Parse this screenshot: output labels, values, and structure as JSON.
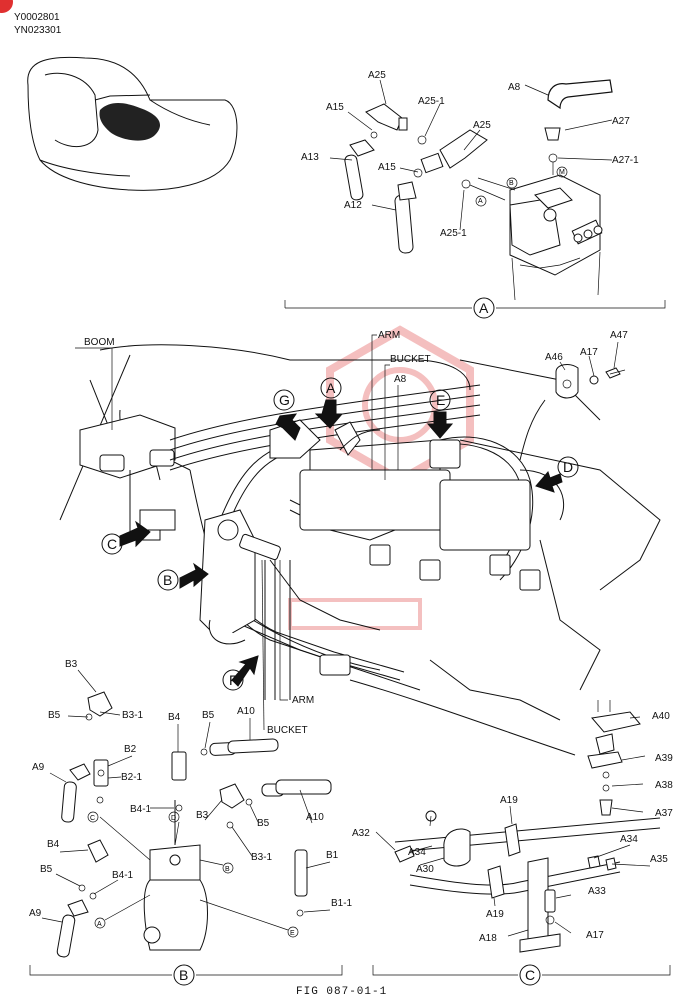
{
  "header": {
    "codes": [
      "Y0002801",
      "YN023301"
    ],
    "badge_color": "#e03030"
  },
  "figure_caption": "FIG 087-01-1",
  "watermark_color": "#f3b9b9",
  "detail_a": {
    "marker": "A",
    "parts": [
      "A8",
      "A12",
      "A13",
      "A15",
      "A15",
      "A25",
      "A25",
      "A25-1",
      "A25-1",
      "A27",
      "A27-1"
    ],
    "port_tags": [
      "B",
      "A",
      "M"
    ]
  },
  "main_view": {
    "labels": {
      "boom": "BOOM",
      "arm_top": "ARM",
      "bucket_top": "BUCKET",
      "a8": "A8",
      "arm_bottom": "ARM",
      "bucket_bottom": "BUCKET",
      "a46": "A46",
      "a17": "A17",
      "a47": "A47"
    },
    "view_markers": [
      "A",
      "B",
      "C",
      "D",
      "E",
      "F",
      "G"
    ]
  },
  "detail_b": {
    "marker": "B",
    "parts": {
      "b3": "B3",
      "b5": "B5",
      "b3_1": "B3-1",
      "b2": "B2",
      "a9": "A9",
      "b2_1": "B2-1",
      "b4": "B4",
      "b5b": "B5",
      "a10": "A10",
      "b4_1": "B4-1",
      "b3b": "B3",
      "b5c": "B5",
      "a10b": "A10",
      "b3_1b": "B3-1",
      "b1": "B1",
      "b4b": "B4",
      "b5d": "B5",
      "b4_1b": "B4-1",
      "a9b": "A9",
      "b1_1": "B1-1"
    },
    "port_tags": [
      "C",
      "D",
      "B",
      "A",
      "E"
    ]
  },
  "detail_c": {
    "marker": "C",
    "parts": {
      "a40": "A40",
      "a39": "A39",
      "a38": "A38",
      "a37": "A37",
      "a19": "A19",
      "a32": "A32",
      "a34": "A34",
      "a30": "A30",
      "a34b": "A34",
      "a35": "A35",
      "a33": "A33",
      "a19b": "A19",
      "a18": "A18",
      "a17": "A17"
    }
  }
}
